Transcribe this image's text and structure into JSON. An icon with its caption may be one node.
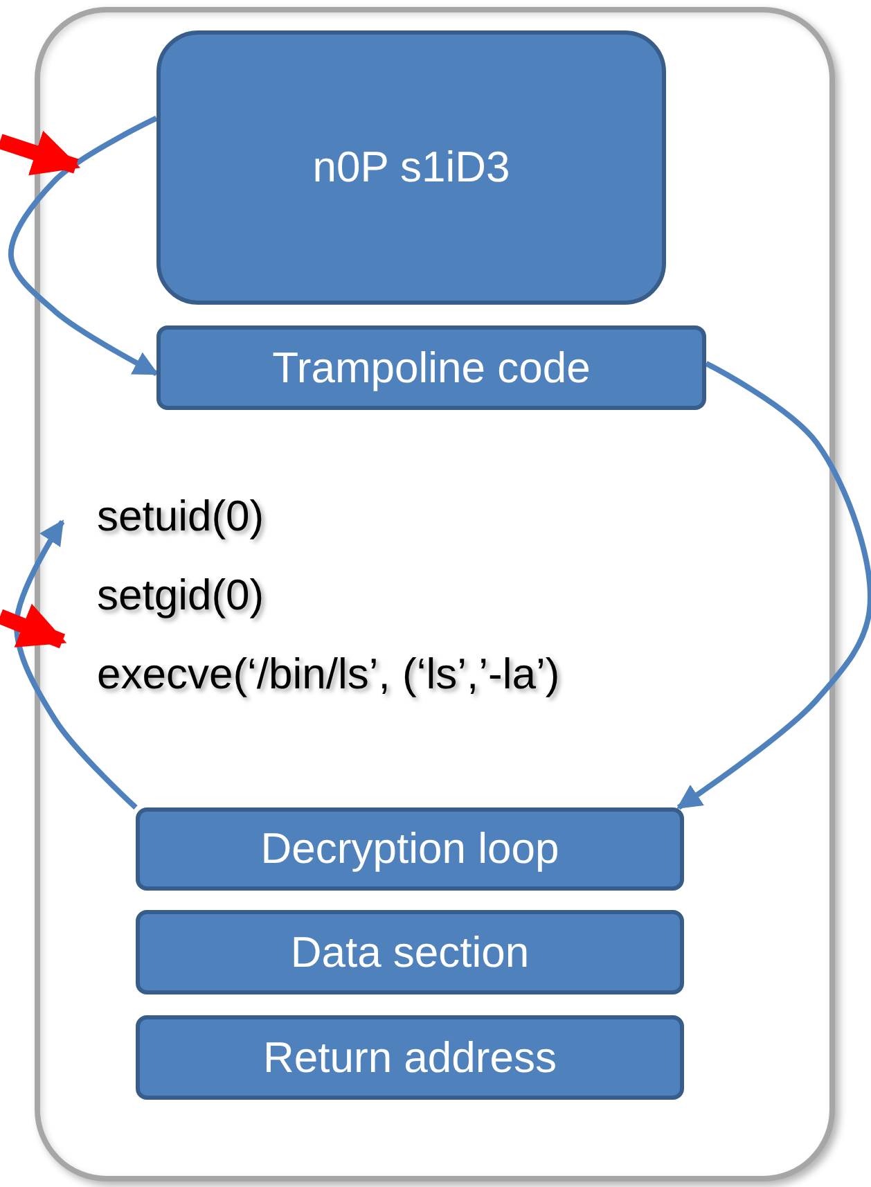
{
  "diagram": {
    "nodes": [
      {
        "text": [],
        "shape": "box"
      },
      {
        "text": [
          "n0P s1iD3"
        ],
        "in": 0
      },
      {
        "text": [
          "Trampoline code"
        ],
        "in": 0
      },
      {
        "text": [
          "setuid(0)",
          "setgid(0)",
          "execve(‘/bin/ls’, (‘ls’,’-la’)"
        ],
        "in": 0
      },
      {
        "text": [
          "Decryption loop"
        ],
        "in": 0
      },
      {
        "text": [
          "Data section"
        ],
        "in": 0
      },
      {
        "text": [
          "Return address"
        ],
        "in": 0
      }
    ],
    "edges": [
      {
        "from": 1,
        "to": 2,
        "arrow": "to"
      },
      {
        "from": 2,
        "to": 4,
        "arrow": "to"
      },
      {
        "from": 4,
        "to": 3,
        "arrow": "to"
      },
      {
        "from": null,
        "to": 1,
        "arrow": "to",
        "style": "thick",
        "color": "#ff0000"
      },
      {
        "from": null,
        "to": 3,
        "arrow": "to",
        "style": "thick",
        "color": "#ff0000"
      }
    ]
  }
}
